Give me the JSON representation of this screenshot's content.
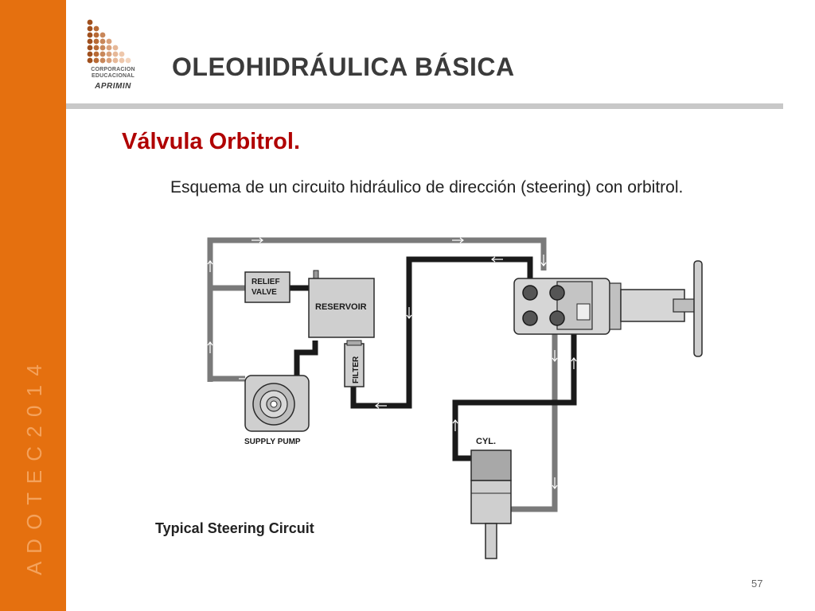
{
  "slide": {
    "title": "OLEOHIDRÁULICA BÁSICA",
    "subtitle": "Válvula Orbitrol.",
    "body": "Esquema de un circuito hidráulico de dirección (steering) con orbitrol.",
    "page_number": "57",
    "sidebar_text": "A D O T E C   2 0 1 4"
  },
  "logo": {
    "line1": "CORPORACION",
    "line2": "EDUCACIONAL",
    "brand": "APRIMIN"
  },
  "diagram": {
    "caption": "Typical Steering Circuit",
    "labels": {
      "relief_valve_1": "RELIEF",
      "relief_valve_2": "VALVE",
      "reservoir": "RESERVOIR",
      "filter": "FILTER",
      "supply_pump": "SUPPLY PUMP",
      "cylinder": "CYL."
    }
  },
  "colors": {
    "sidebar": "#e5700f",
    "title": "#3b3b3b",
    "subtitle": "#b00000",
    "rule": "#c8c8c8",
    "pipe_pressure": "#1a1a1a",
    "pipe_return": "#7a7a7a"
  }
}
